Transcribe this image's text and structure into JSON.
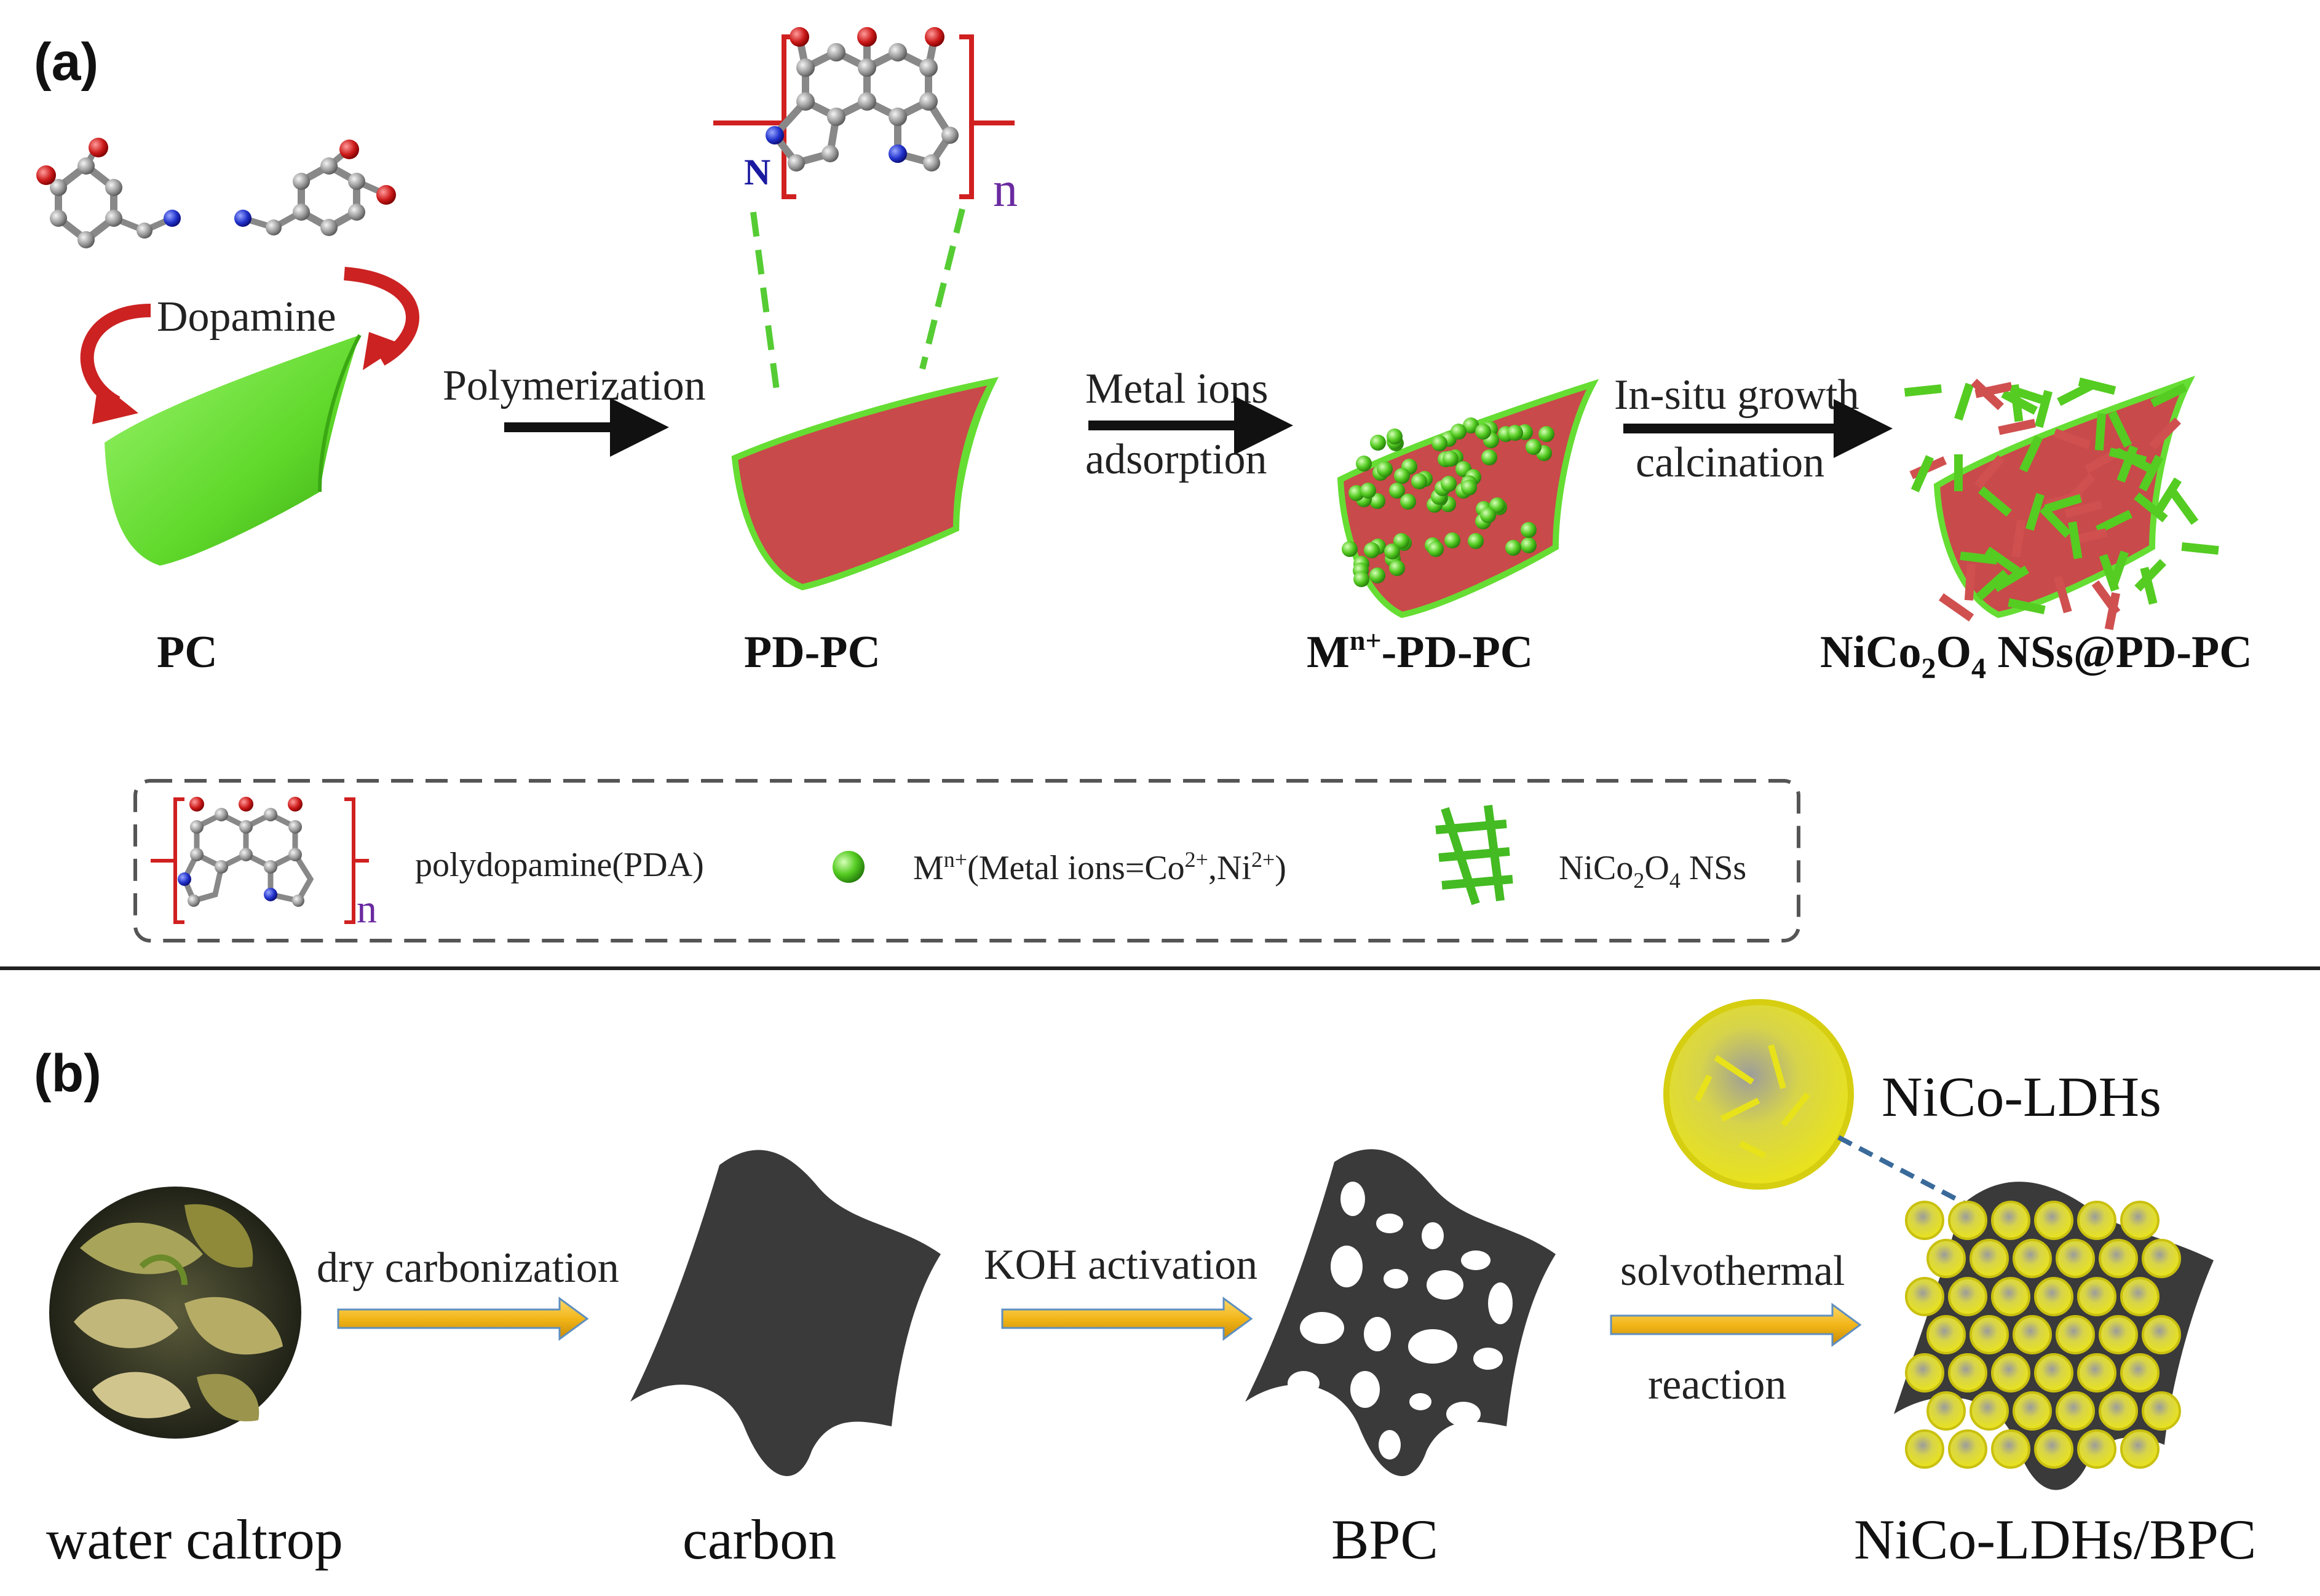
{
  "panel_a": {
    "label": "(a)",
    "dopamine_label": "Dopamine",
    "step1_label": "Polymerization",
    "step2_label_line1": "Metal ions",
    "step2_label_line2": "adsorption",
    "step3_label_line1": "In-situ growth",
    "step3_label_line2": "calcination",
    "nitrogen_label": "N",
    "repeat_n": "n",
    "names": {
      "pc": "PC",
      "pdpc": "PD-PC",
      "mn_prefix": "M",
      "mn_sup": "n+",
      "mn_suffix": "-PD-PC",
      "nico_prefix": "NiCo",
      "nico_sub1": "2",
      "nico_mid": "O",
      "nico_sub2": "4",
      "nico_suffix": " NSs@PD-PC"
    },
    "legend": {
      "pda_label": "polydopamine(PDA)",
      "pda_n": "n",
      "metal_prefix": "M",
      "metal_sup": "n+",
      "metal_mid": "(Metal  ions=Co",
      "metal_sup2": "2+",
      "metal_mid2": ",Ni",
      "metal_sup3": "2+",
      "metal_end": ")",
      "ns_prefix": "NiCo",
      "ns_sub1": "2",
      "ns_mid": "O",
      "ns_sub2": "4",
      "ns_suffix": " NSs"
    }
  },
  "panel_b": {
    "label": "(b)",
    "step1_label": "dry carbonization",
    "step2_label": "KOH activation",
    "step3_label_line1": "solvothermal",
    "step3_label_line2": "reaction",
    "inset_label": "NiCo-LDHs",
    "names": {
      "water_caltrop": "water caltrop",
      "carbon": "carbon",
      "bpc": "BPC",
      "composite": "NiCo-LDHs/BPC"
    }
  },
  "colors": {
    "pc_green": "#66dd33",
    "pdpc_red": "#c84a4a",
    "ion_green": "#7ee04a",
    "arrow_red": "#cc2222",
    "arrow_orange": "#f2b619",
    "bracket_red": "#d02020",
    "carbon_dark": "#3a3a3a",
    "ldh_yellow": "#e8e21a",
    "n_blue": "#1a1aa0",
    "repeat_purple": "#6a2aa0"
  }
}
